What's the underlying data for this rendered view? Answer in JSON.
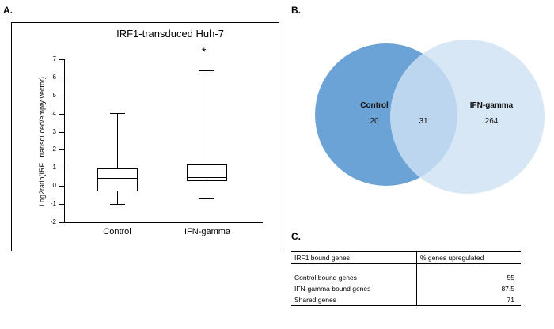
{
  "panelA": {
    "letter": "A.",
    "title": "IRF1-transduced Huh-7",
    "ylabel": "Log2ratio(IRF1 transduced/empty vector)",
    "significance_marker": "*",
    "categories": [
      "Control",
      "IFN-gamma"
    ],
    "yticks": [
      "-2",
      "-1",
      "0",
      "1",
      "2",
      "3",
      "4",
      "5",
      "6",
      "7"
    ]
  },
  "panelB": {
    "letter": "B.",
    "left_label": "Control",
    "left_count": "20",
    "overlap_count": "31",
    "right_label": "IFN-gamma",
    "right_count": "264",
    "left_color": "#6ba3d6",
    "right_color": "#cfe2f4"
  },
  "panelC": {
    "letter": "C.",
    "headers": [
      "IRF1 bound genes",
      "% genes upregulated"
    ],
    "rows": [
      {
        "label": "Control bound genes",
        "value": "55"
      },
      {
        "label": "IFN-gamma bound genes",
        "value": "87.5"
      },
      {
        "label": "Shared genes",
        "value": "71"
      }
    ]
  },
  "chart_data": {
    "type": "box",
    "title": "IRF1-transduced Huh-7",
    "xlabel": "",
    "ylabel": "Log2ratio(IRF1 transduced/empty vector)",
    "ylim": [
      -2,
      7
    ],
    "yticks": [
      -2,
      -1,
      0,
      1,
      2,
      3,
      4,
      5,
      6,
      7
    ],
    "grid": false,
    "legend": "none",
    "categories": [
      "Control",
      "IFN-gamma"
    ],
    "boxes": [
      {
        "category": "Control",
        "whisker_low": -1.0,
        "q1": -0.3,
        "median": 0.45,
        "q3": 0.95,
        "whisker_high": 4.1,
        "annotation": ""
      },
      {
        "category": "IFN-gamma",
        "whisker_low": -0.65,
        "q1": 0.3,
        "median": 0.5,
        "q3": 1.2,
        "whisker_high": 6.45,
        "annotation": "*"
      }
    ],
    "venn": {
      "type": "venn2",
      "sets": [
        "Control",
        "IFN-gamma"
      ],
      "only_left": 20,
      "intersection": 31,
      "only_right": 264
    },
    "table": {
      "type": "table",
      "columns": [
        "IRF1 bound genes",
        "% genes upregulated"
      ],
      "rows": [
        [
          "Control bound genes",
          55
        ],
        [
          "IFN-gamma bound genes",
          87.5
        ],
        [
          "Shared genes",
          71
        ]
      ]
    }
  }
}
